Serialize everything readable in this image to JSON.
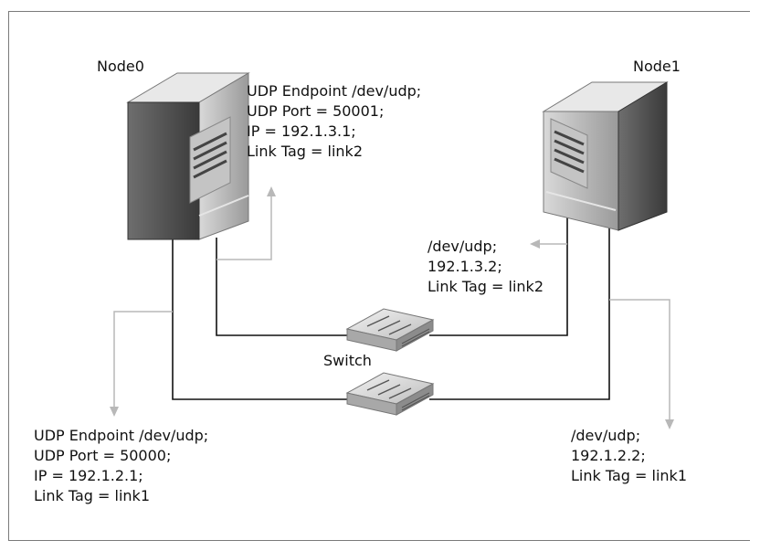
{
  "nodes": {
    "node0": {
      "name": "Node0"
    },
    "node1": {
      "name": "Node1"
    }
  },
  "switch_label": "Switch",
  "endpoints": {
    "node0_link2": [
      "UDP Endpoint /dev/udp;",
      "UDP Port = 50001;",
      "IP = 192.1.3.1;",
      "Link Tag = link2"
    ],
    "node1_link2": [
      "/dev/udp;",
      "192.1.3.2;",
      "Link Tag = link2"
    ],
    "node0_link1": [
      "UDP Endpoint /dev/udp;",
      "UDP Port = 50000;",
      "IP = 192.1.2.1;",
      "Link Tag = link1"
    ],
    "node1_link1": [
      "/dev/udp;",
      "192.1.2.2;",
      "Link Tag = link1"
    ]
  },
  "colors": {
    "cable": "#111111",
    "callout": "#b8b8b8",
    "server_dark": "#3a3a3a",
    "server_light": "#9a9a9a"
  }
}
